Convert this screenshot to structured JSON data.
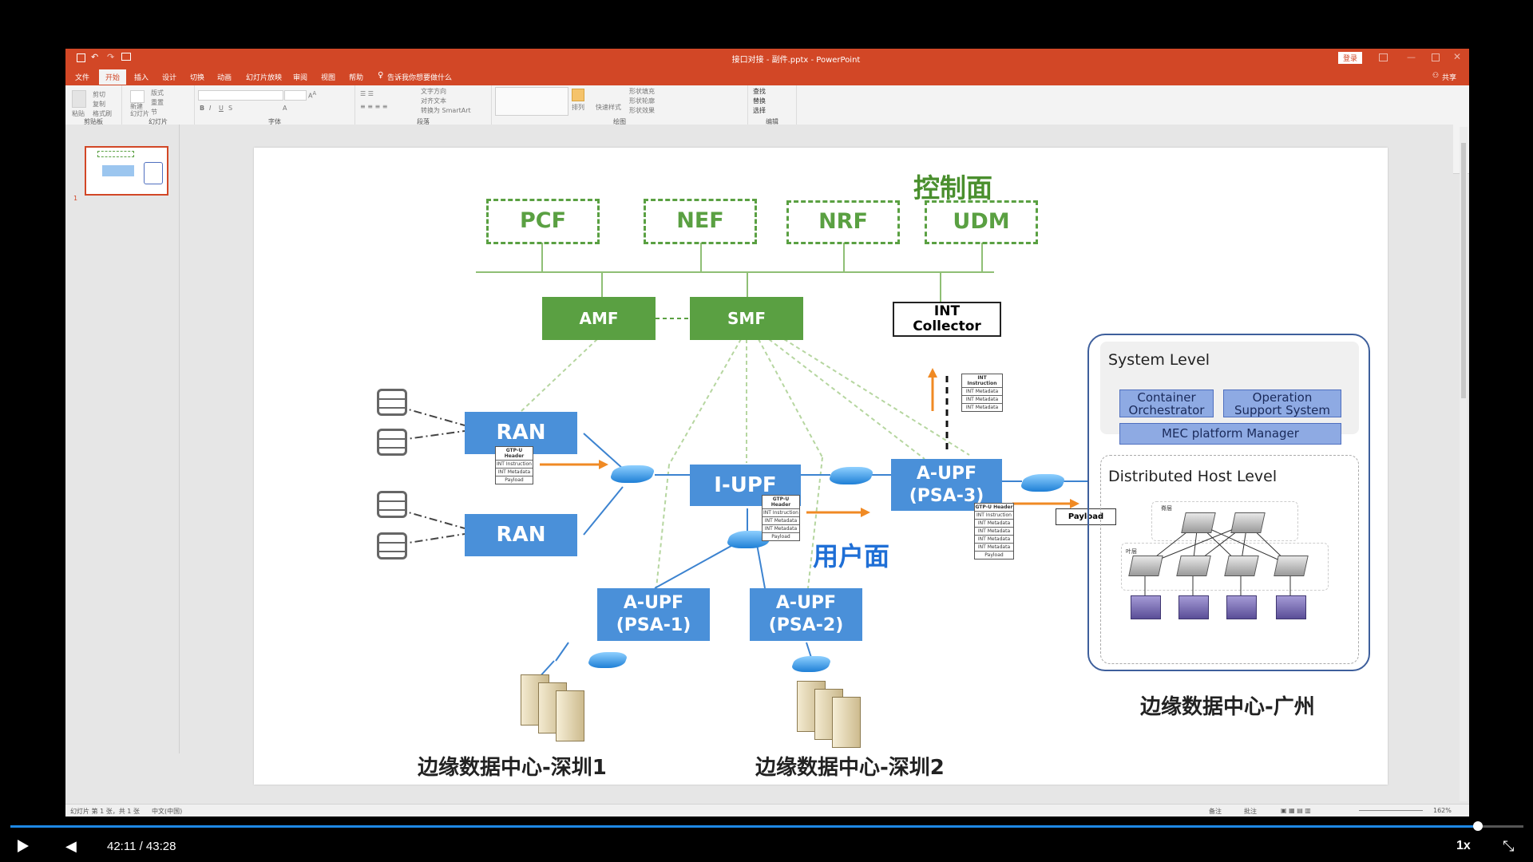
{
  "window": {
    "title": "接口对接 - 副件.pptx - PowerPoint",
    "login_label": "登录",
    "share_label": "共享"
  },
  "menu": {
    "items": [
      "文件",
      "开始",
      "插入",
      "设计",
      "切换",
      "动画",
      "幻灯片放映",
      "审阅",
      "视图",
      "帮助"
    ],
    "tell_me": "告诉我你想要做什么"
  },
  "ribbon": {
    "groups": [
      "剪贴板",
      "幻灯片",
      "字体",
      "段落",
      "绘图",
      "编辑"
    ],
    "paste": "粘贴",
    "new_slide": "新建\n幻灯片",
    "layout": "版式",
    "reset": "重置",
    "section": "节",
    "cut": "剪切",
    "copy": "复制",
    "format_painter": "格式刷",
    "text_direction": "文字方向",
    "align_text": "对齐文本",
    "convert_smartart": "转换为 SmartArt",
    "arrange": "排列",
    "quick_styles": "快速样式",
    "shape_fill": "形状填充",
    "shape_outline": "形状轮廓",
    "shape_effects": "形状效果",
    "find": "查找",
    "replace": "替换",
    "select": "选择"
  },
  "thumbnails": {
    "slide_number": "1"
  },
  "status": {
    "slide_info": "幻灯片 第 1 张，共 1 张",
    "language": "中文(中国)",
    "notes": "备注",
    "comments": "批注",
    "zoom": "162%"
  },
  "slide": {
    "control_plane_title": "控制面",
    "user_plane_title": "用户面",
    "nf_boxes": [
      "PCF",
      "NEF",
      "NRF",
      "UDM"
    ],
    "amf": "AMF",
    "smf": "SMF",
    "int_collector": "INT\nCollector",
    "ran1": "RAN",
    "ran2": "RAN",
    "iupf": "I-UPF",
    "aupf3": "A-UPF\n(PSA-3)",
    "aupf1": "A-UPF\n(PSA-1)",
    "aupf2": "A-UPF\n(PSA-2)",
    "pkt_ran": [
      "GTP-U Header",
      "INT Instruction",
      "INT Metadata",
      "Payload"
    ],
    "pkt_iupf": [
      "GTP-U Header",
      "INT Instruction",
      "INT Metadata",
      "INT Metadata",
      "Payload"
    ],
    "pkt_aupf3": [
      "GTP-U Header",
      "INT Instruction",
      "INT Metadata",
      "INT Metadata",
      "INT Metadata",
      "INT Metadata",
      "Payload"
    ],
    "pkt_collector": [
      "INT Instruction",
      "INT Metadata",
      "INT Metadata",
      "INT Metadata"
    ],
    "payload_label": "Payload",
    "system_level": "System Level",
    "container_orchestrator": "Container\nOrchestrator",
    "operation_support": "Operation\nSupport System",
    "mec_manager": "MEC platform Manager",
    "distributed_host": "Distributed Host Level",
    "spine_label": "脊层",
    "leaf_label": "叶层",
    "caption_sz1": "边缘数据中心-深圳1",
    "caption_sz2": "边缘数据中心-深圳2",
    "caption_gz": "边缘数据中心-广州"
  },
  "player": {
    "time": "42:11 / 43:28",
    "speed": "1x",
    "progress_fraction": 0.97
  },
  "colors": {
    "ppt_accent": "#d24726",
    "control_green": "#5aa042",
    "user_blue": "#4a90d9",
    "user_plane_text": "#1f6fd6"
  }
}
